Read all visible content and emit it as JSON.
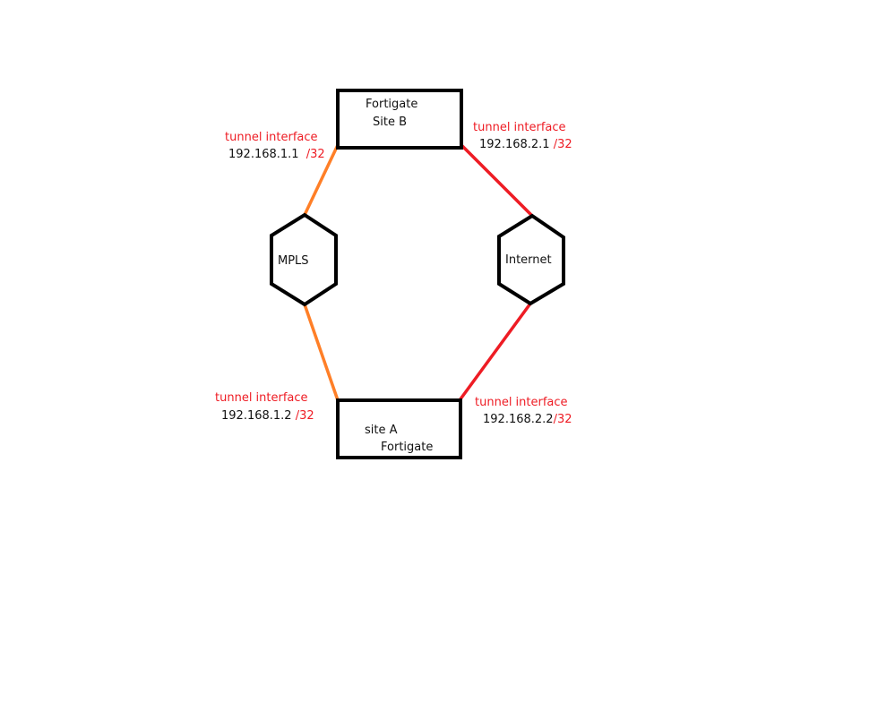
{
  "nodes": {
    "site_b": {
      "line1": "Fortigate",
      "line2": "Site B"
    },
    "site_a": {
      "line1": "site A",
      "line2": "Fortigate"
    },
    "mpls": {
      "label": "MPLS"
    },
    "internet": {
      "label": "Internet"
    }
  },
  "labels": {
    "b_mpls": {
      "title": "tunnel interface",
      "ip": "192.168.1.1 ",
      "mask": "/32"
    },
    "b_internet": {
      "title": "tunnel interface",
      "ip": "192.168.2.1 ",
      "mask": "/32"
    },
    "a_mpls": {
      "title": "tunnel interface",
      "ip": "192.168.1.2 ",
      "mask": "/32"
    },
    "a_internet": {
      "title": "tunnel interface",
      "ip": "192.168.2.2",
      "mask": "/32"
    }
  },
  "colors": {
    "mpls_link": "#ff7f27",
    "internet_link": "#ee1c24",
    "label_red": "#ee1c24"
  }
}
